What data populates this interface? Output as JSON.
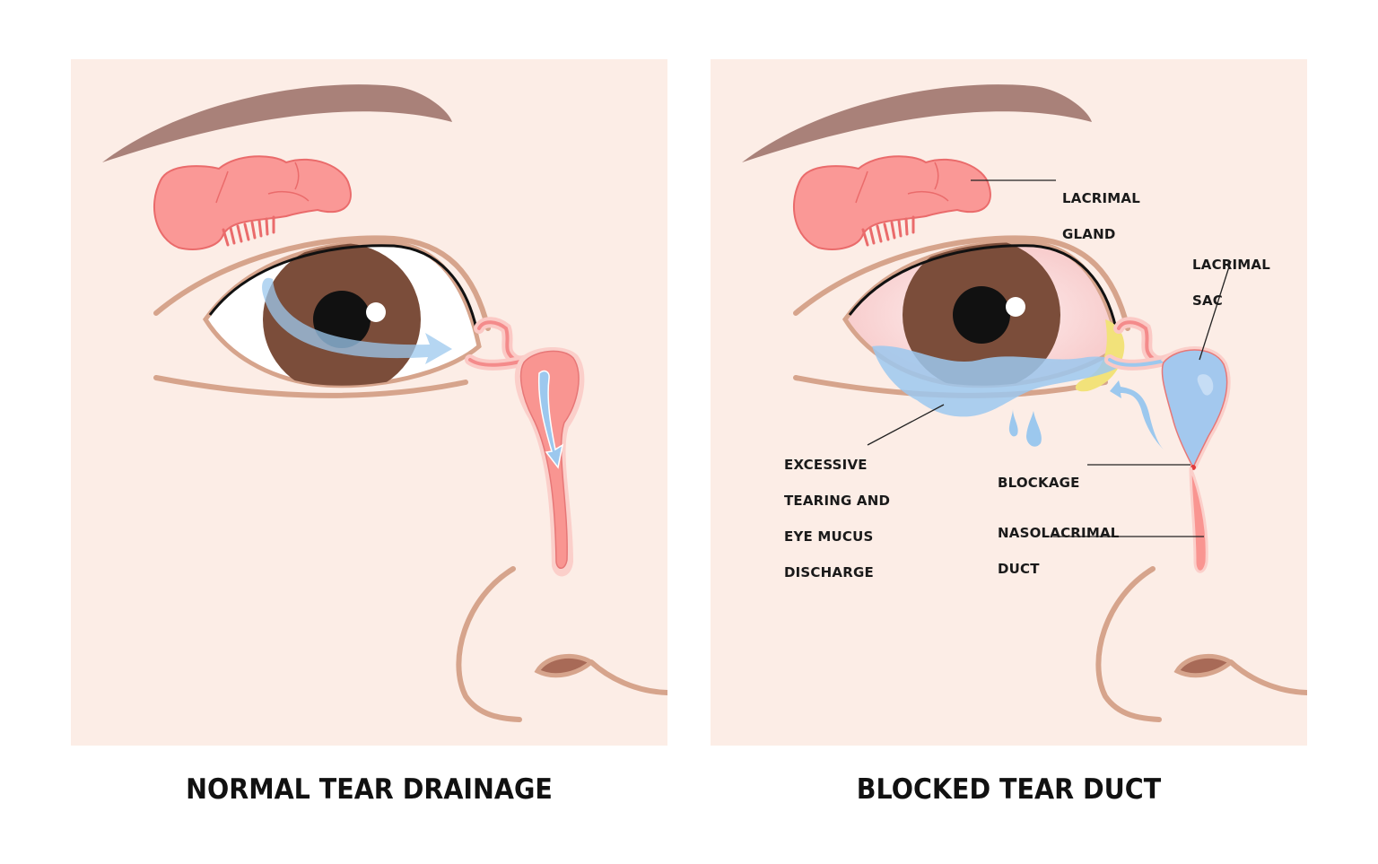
{
  "colors": {
    "background": "#ffffff",
    "skin": "#fcede6",
    "brow": "#a98179",
    "eyelid": "#d6a48c",
    "iris": "#7b4d3a",
    "pupil": "#111111",
    "gland": "#fa9896",
    "gland_outline": "#ea6b6b",
    "tear": "#9cc8ee",
    "sac_blue": "#a3c8ee",
    "mucus": "#f2e27a",
    "sclera_red": "#f9d6d6"
  },
  "panels": {
    "left": {
      "caption": "NORMAL TEAR DRAINAGE",
      "arrows": [
        "tear-flow-arrow",
        "duct-flow-arrow"
      ]
    },
    "right": {
      "caption": "BLOCKED TEAR DUCT",
      "labels": {
        "lacrimal_gland": [
          "LACRIMAL",
          "GLAND"
        ],
        "lacrimal_sac": [
          "LACRIMAL",
          "SAC"
        ],
        "excessive_tearing": [
          "EXCESSIVE",
          "TEARING AND",
          "EYE MUCUS",
          "DISCHARGE"
        ],
        "blockage": [
          "BLOCKAGE"
        ],
        "nasolacrimal_duct": [
          "NASOLACRIMAL",
          "DUCT"
        ]
      }
    }
  }
}
